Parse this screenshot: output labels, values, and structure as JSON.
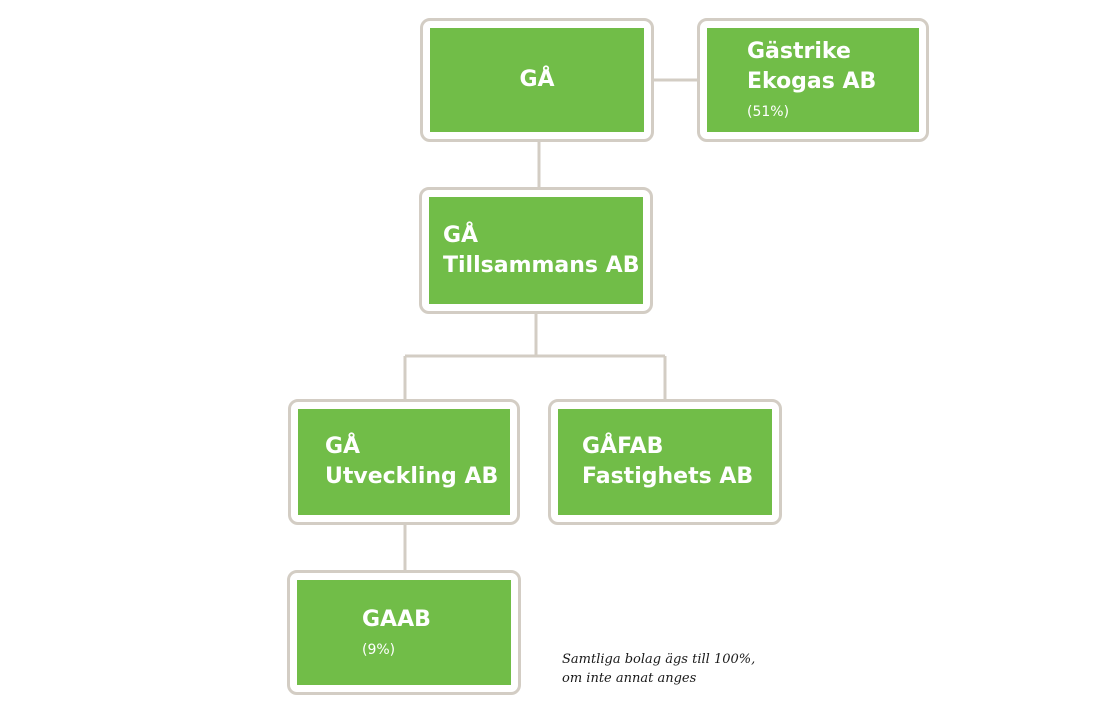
{
  "diagram": {
    "nodes": {
      "ga": {
        "line1": "GÅ"
      },
      "gastrike_ekogas": {
        "line1": "Gästrike",
        "line2": "Ekogas AB",
        "share": "(51%)"
      },
      "ga_tillsammans": {
        "line1": "GÅ",
        "line2": "Tillsammans AB"
      },
      "ga_utveckling": {
        "line1": "GÅ",
        "line2": "Utveckling AB"
      },
      "gafab": {
        "line1": "GÅFAB",
        "line2": "Fastighets AB"
      },
      "gaab": {
        "line1": "GAAB",
        "share": "(9%)"
      }
    },
    "footnote": {
      "line1": "Samtliga bolag ägs till 100%,",
      "line2": "om inte annat anges"
    },
    "colors": {
      "box_fill": "#71bd48",
      "box_border": "#d3cdc4",
      "connector": "#d3cdc4",
      "text": "#ffffff"
    }
  }
}
